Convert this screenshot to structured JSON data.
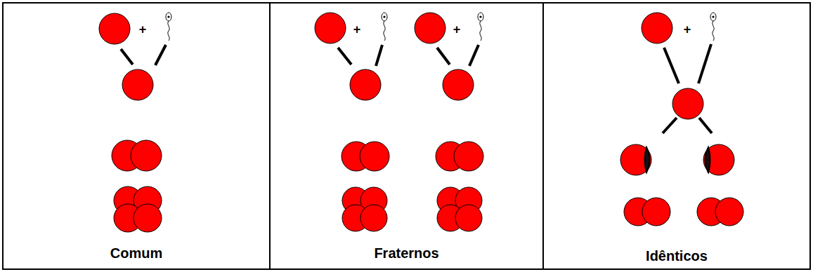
{
  "diagram": {
    "nodes": [
      {
        "text": [
          "Comum"
        ]
      },
      {
        "text": [
          "Fraternos"
        ]
      },
      {
        "text": [
          "Idênticos"
        ]
      }
    ],
    "labels": [
      "+",
      "+",
      "+",
      "+"
    ]
  }
}
